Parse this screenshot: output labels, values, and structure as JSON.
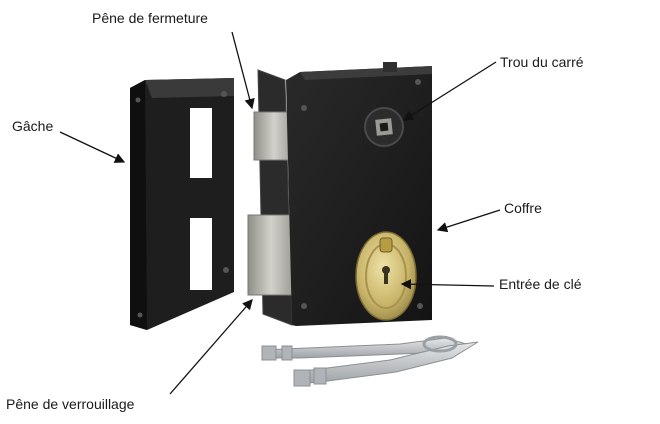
{
  "labels": {
    "pene_fermeture": "Pêne de fermeture",
    "gache": "Gâche",
    "trou_carre": "Trou du carré",
    "coffre": "Coffre",
    "entree_cle": "Entrée de clé",
    "pene_verrouillage": "Pêne de verrouillage"
  },
  "colors": {
    "lock_body": "#1c1c1c",
    "lock_edge": "#3a3a3a",
    "bolt_metal": "#b9b9b2",
    "escutcheon_brass": "#c9b56a",
    "key_metal": "#bfc3c6",
    "arrow": "#111111",
    "text": "#1a1a1a"
  }
}
